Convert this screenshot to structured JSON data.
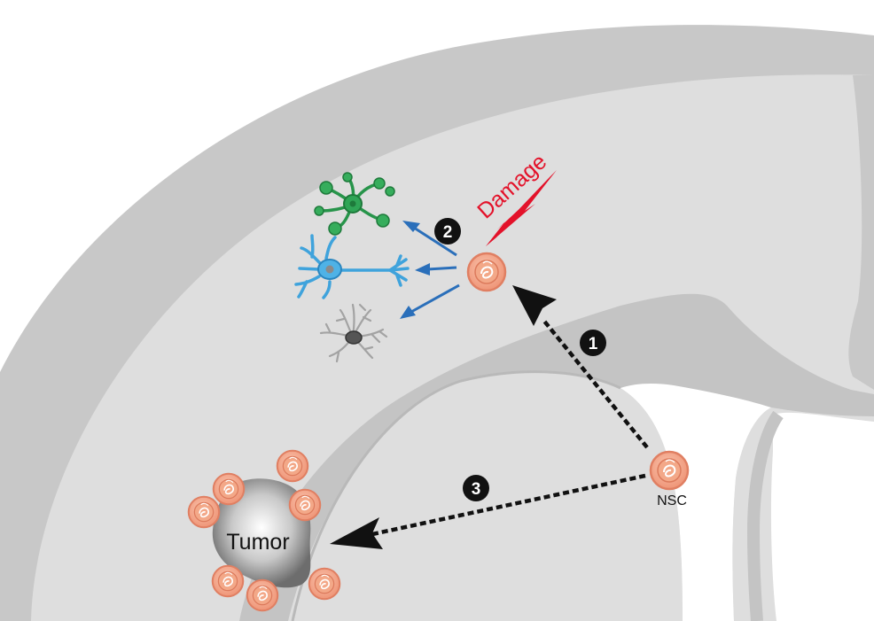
{
  "labels": {
    "damage": "Damage",
    "tumor": "Tumor",
    "nsc": "NSC"
  },
  "steps": [
    "1",
    "2",
    "3"
  ],
  "icons": {
    "neural_stem_cell": "nsc-cell-icon",
    "oligodendrocyte": "oligodendrocyte-icon",
    "neuron": "neuron-icon",
    "astrocyte": "astrocyte-icon",
    "damage": "lightning-bolt-icon",
    "tumor": "tumor-mass-icon"
  },
  "colors": {
    "tissue": "#dedede",
    "ventricle_wall": "#c7c7c7",
    "cell_fill": "#f2a385",
    "cell_stroke": "#e2876a",
    "damage": "#e3122a",
    "differentiation_arrow": "#2a6fba",
    "oligodendrocyte": "#27944a",
    "neuron": "#3fa3dc",
    "astrocyte": "#9c9c9c",
    "migration_arrow": "#111111"
  }
}
